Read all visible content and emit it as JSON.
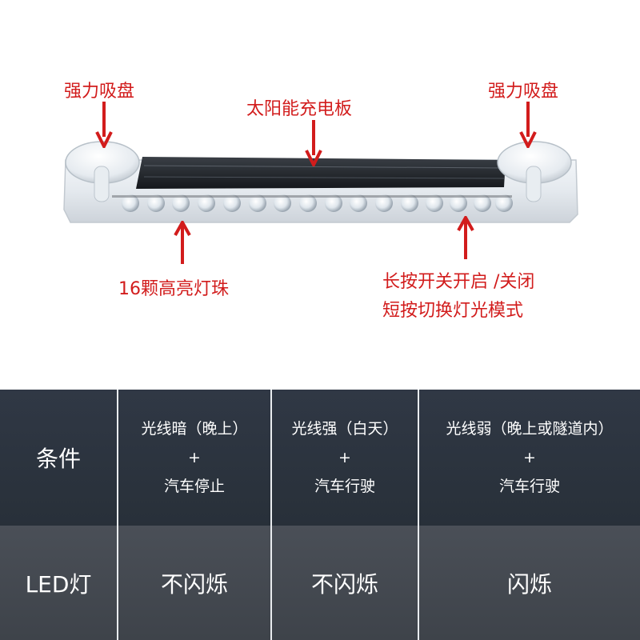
{
  "callouts": {
    "left_suction": "强力吸盘",
    "right_suction": "强力吸盘",
    "solar_panel": "太阳能充电板",
    "leds": "16颗高亮灯珠",
    "switch_line1": "长按开关开启 /关闭",
    "switch_line2": "短按切换灯光模式"
  },
  "colors": {
    "callout_red": "#d21c1c",
    "row_header_bg": "#2d3540",
    "row_value_bg": "#454a52",
    "divider": "#e9ecef"
  },
  "table": {
    "row_headers": [
      "条件",
      "LED灯"
    ],
    "columns": [
      {
        "condition": [
          "光线暗（晚上）",
          "+",
          "汽车停止"
        ],
        "led": "不闪烁"
      },
      {
        "condition": [
          "光线强（白天）",
          "+",
          "汽车行驶"
        ],
        "led": "不闪烁"
      },
      {
        "condition": [
          "光线弱（晚上或隧道内）",
          "+",
          "汽车行驶"
        ],
        "led": "闪烁"
      }
    ]
  }
}
